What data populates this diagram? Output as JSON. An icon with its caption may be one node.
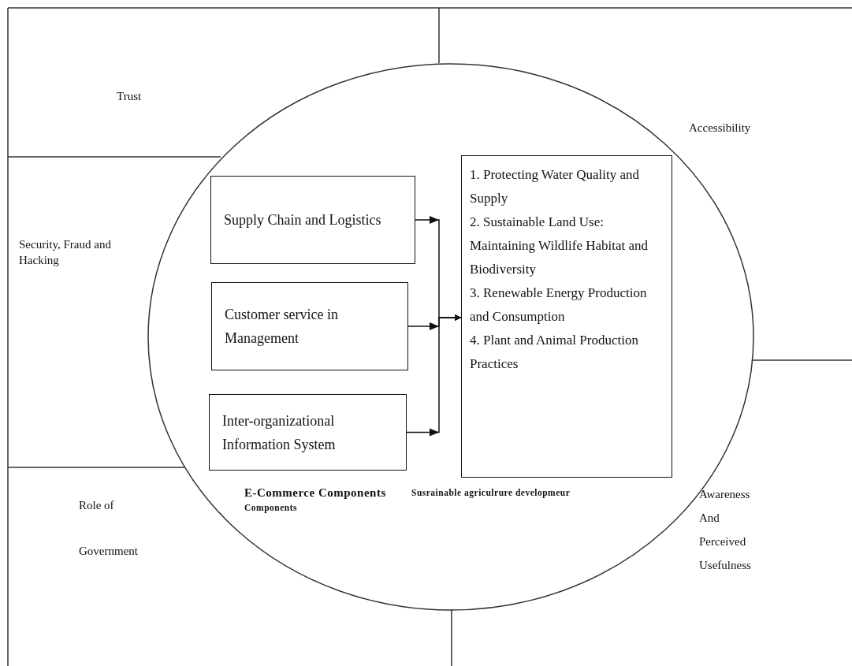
{
  "diagram": {
    "nodes": [
      {
        "text": [
          "E-Commerce Components",
          "Susrainable agriculrure developmeur",
          "Components"
        ]
      },
      {
        "text": [
          "Supply Chain and Logistics"
        ],
        "in": 0
      },
      {
        "text": [
          "Customer service in Management"
        ],
        "in": 0
      },
      {
        "text": [
          "Inter-organizational Information System"
        ],
        "in": 0
      },
      {
        "text": [
          "1. Protecting Water Quality and Supply",
          "2. Sustainable Land Use: Maintaining Wildlife Habitat and Biodiversity",
          "3. Renewable Energy Production and Consumption",
          "4. Plant and Animal Production Practices"
        ],
        "in": 0
      }
    ],
    "edges": [
      {
        "from": 1,
        "to": 4,
        "arrow": "to"
      },
      {
        "from": 2,
        "to": 4,
        "arrow": "to"
      },
      {
        "from": 3,
        "to": 4,
        "arrow": "to"
      }
    ],
    "labels": [
      "Trust",
      "Accessibility",
      "Security, Fraud and Hacking",
      "Role of Government",
      "Awareness And Perceived Usefulness"
    ]
  }
}
